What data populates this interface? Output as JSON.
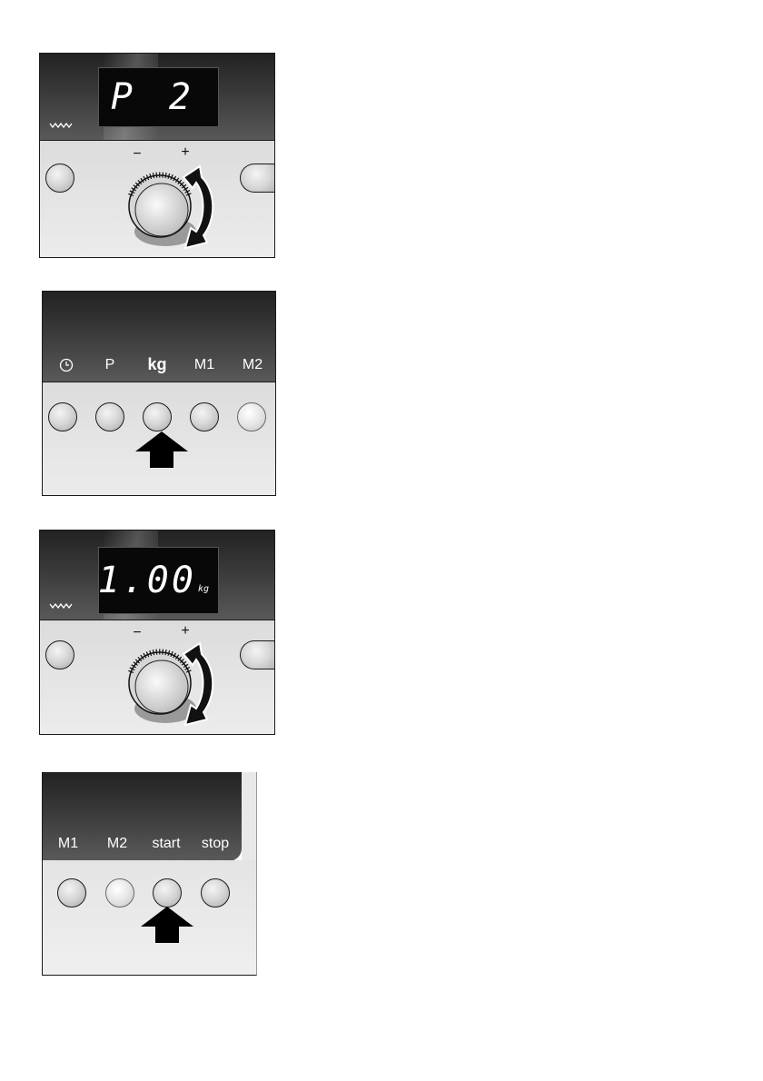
{
  "panel1": {
    "display": "P 2",
    "minus": "−",
    "plus": "+"
  },
  "panel2": {
    "labels": [
      "P",
      "kg",
      "M1",
      "M2"
    ],
    "clock_icon": "clock-icon"
  },
  "panel3": {
    "display": "1.00",
    "unit": "kg",
    "minus": "−",
    "plus": "+"
  },
  "panel4": {
    "labels": [
      "M1",
      "M2",
      "start",
      "stop"
    ]
  },
  "icons": [
    "heat-wave-icon",
    "rotate-arrow-icon",
    "push-arrow-icon",
    "clock-icon"
  ],
  "colors": {
    "panel_dark": "#2e2e2e",
    "panel_light": "#e6e6e6",
    "display_bg": "#080808"
  }
}
